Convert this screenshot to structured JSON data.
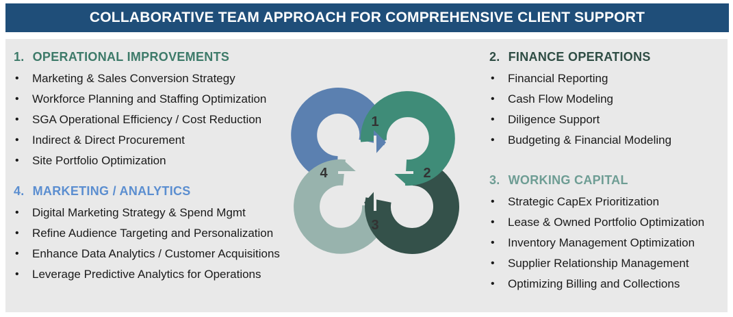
{
  "header": {
    "title": "COLLABORATIVE TEAM APPROACH FOR COMPREHENSIVE CLIENT SUPPORT"
  },
  "sections": {
    "operational": {
      "number": "1.",
      "title": "OPERATIONAL IMPROVEMENTS",
      "items": [
        "Marketing & Sales Conversion Strategy",
        "Workforce Planning and Staffing Optimization",
        "SGA Operational Efficiency / Cost Reduction",
        "Indirect & Direct Procurement",
        "Site Portfolio Optimization"
      ]
    },
    "marketing": {
      "number": "4.",
      "title": "MARKETING / ANALYTICS",
      "items": [
        "Digital Marketing Strategy & Spend Mgmt",
        "Refine Audience Targeting and Personalization",
        "Enhance Data Analytics / Customer Acquisitions",
        "Leverage Predictive Analytics for Operations"
      ]
    },
    "finance": {
      "number": "2.",
      "title": "FINANCE OPERATIONS",
      "items": [
        "Financial Reporting",
        "Cash Flow Modeling",
        "Diligence Support",
        "Budgeting & Financial Modeling"
      ]
    },
    "working_capital": {
      "number": "3.",
      "title": "WORKING CAPITAL",
      "items": [
        "Strategic CapEx Prioritization",
        "Lease & Owned Portfolio Optimization",
        "Inventory Management Optimization",
        "Supplier Relationship Management",
        "Optimizing Billing and Collections"
      ]
    }
  },
  "bullet": "•",
  "diagram": {
    "labels": [
      "1",
      "2",
      "3",
      "4"
    ]
  },
  "colors": {
    "header_bg": "#1f4e79",
    "panel_bg": "#e9e9e9",
    "ring1": "#3f8c78",
    "ring2": "#34514a",
    "ring3": "#98b3ad",
    "ring4": "#5b80b0",
    "title_operational": "#3d7a69",
    "title_finance": "#2f4d44",
    "title_working_capital": "#6e9d94",
    "title_marketing": "#5b8ed0"
  }
}
